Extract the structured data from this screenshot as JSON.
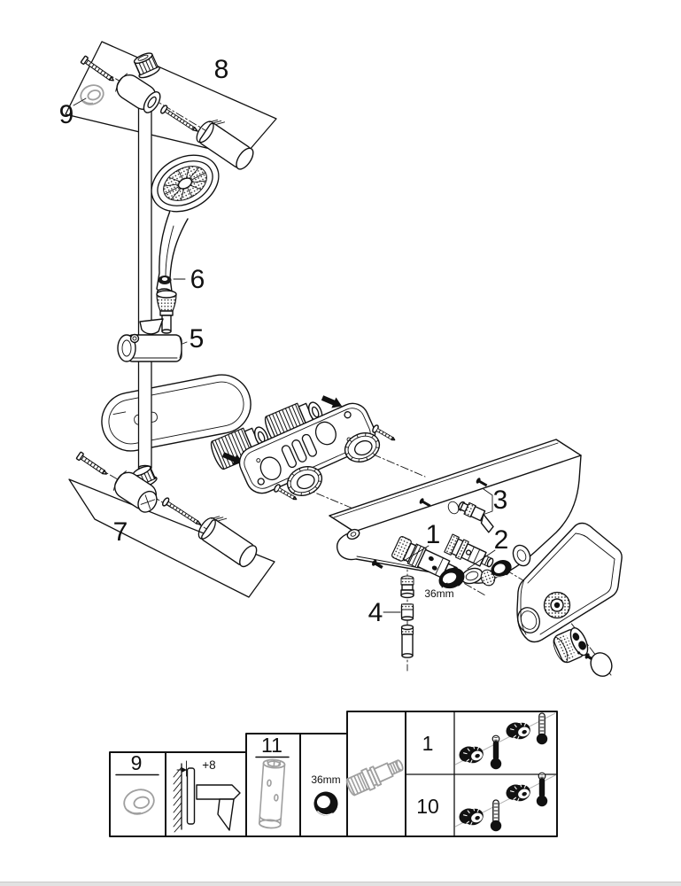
{
  "colors": {
    "line": "#111111",
    "grey_part": "#9f9f9f",
    "guide_grey": "#b5b5b5",
    "footer_bar": "#e2e2e2"
  },
  "labels": {
    "callout_8": "8",
    "callout_9": "9",
    "callout_6": "6",
    "callout_5": "5",
    "callout_7": "7",
    "callout_1": "1",
    "callout_2": "2",
    "callout_3": "3",
    "callout_4": "4",
    "ring_size": "36mm"
  },
  "legend": {
    "cell_9": "9",
    "offset": "+8",
    "cell_11": "11",
    "ring_size": "36mm",
    "row_1": "1",
    "row_10": "10"
  }
}
